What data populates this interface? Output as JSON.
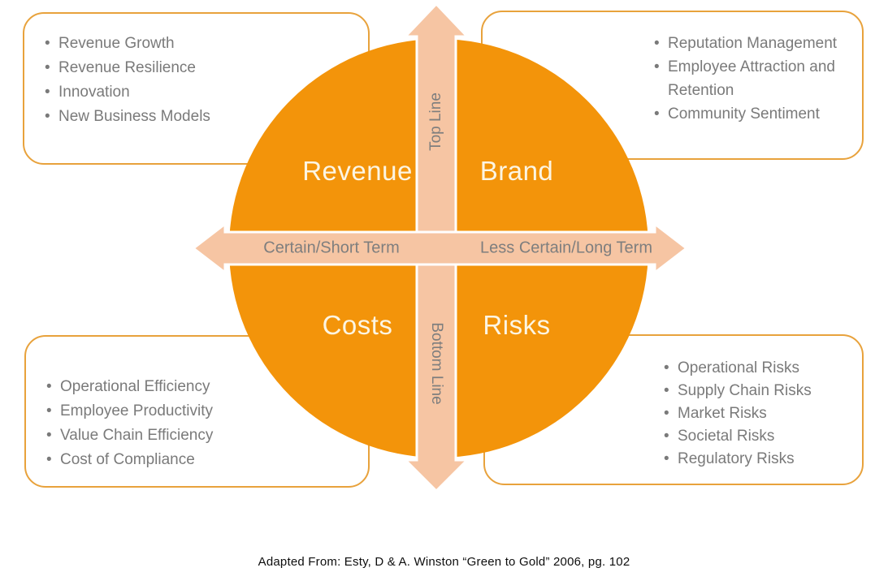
{
  "quadrants": {
    "top_left_label": "Revenue",
    "top_right_label": "Brand",
    "bottom_left_label": "Costs",
    "bottom_right_label": "Risks"
  },
  "axes": {
    "vertical_top_label": "Top Line",
    "vertical_bottom_label": "Bottom Line",
    "horizontal_left_label": "Certain/Short Term",
    "horizontal_right_label": "Less Certain/Long Term"
  },
  "boxes": {
    "top_left": {
      "items": [
        "Revenue Growth",
        "Revenue Resilience",
        "Innovation",
        "New Business Models"
      ]
    },
    "top_right": {
      "items": [
        "Reputation Management",
        "Employee Attraction and Retention",
        "Community Sentiment"
      ]
    },
    "bottom_left": {
      "items": [
        "Operational Efficiency",
        "Employee Productivity",
        "Value Chain Efficiency",
        "Cost of Compliance"
      ]
    },
    "bottom_right": {
      "items": [
        "Operational Risks",
        "Supply Chain Risks",
        "Market Risks",
        "Societal Risks",
        "Regulatory Risks"
      ]
    }
  },
  "caption": "Adapted From: Esty, D & A. Winston “Green to Gold” 2006, pg. 102",
  "colors": {
    "circle": "#F3940A",
    "box_border": "#E8A23C",
    "arrow": "#F6C5A3",
    "text_gray": "#7A7A7A",
    "axis_gray": "#7E7E7E",
    "cream": "#FCF5E3",
    "caption": "#0E0E0E"
  }
}
